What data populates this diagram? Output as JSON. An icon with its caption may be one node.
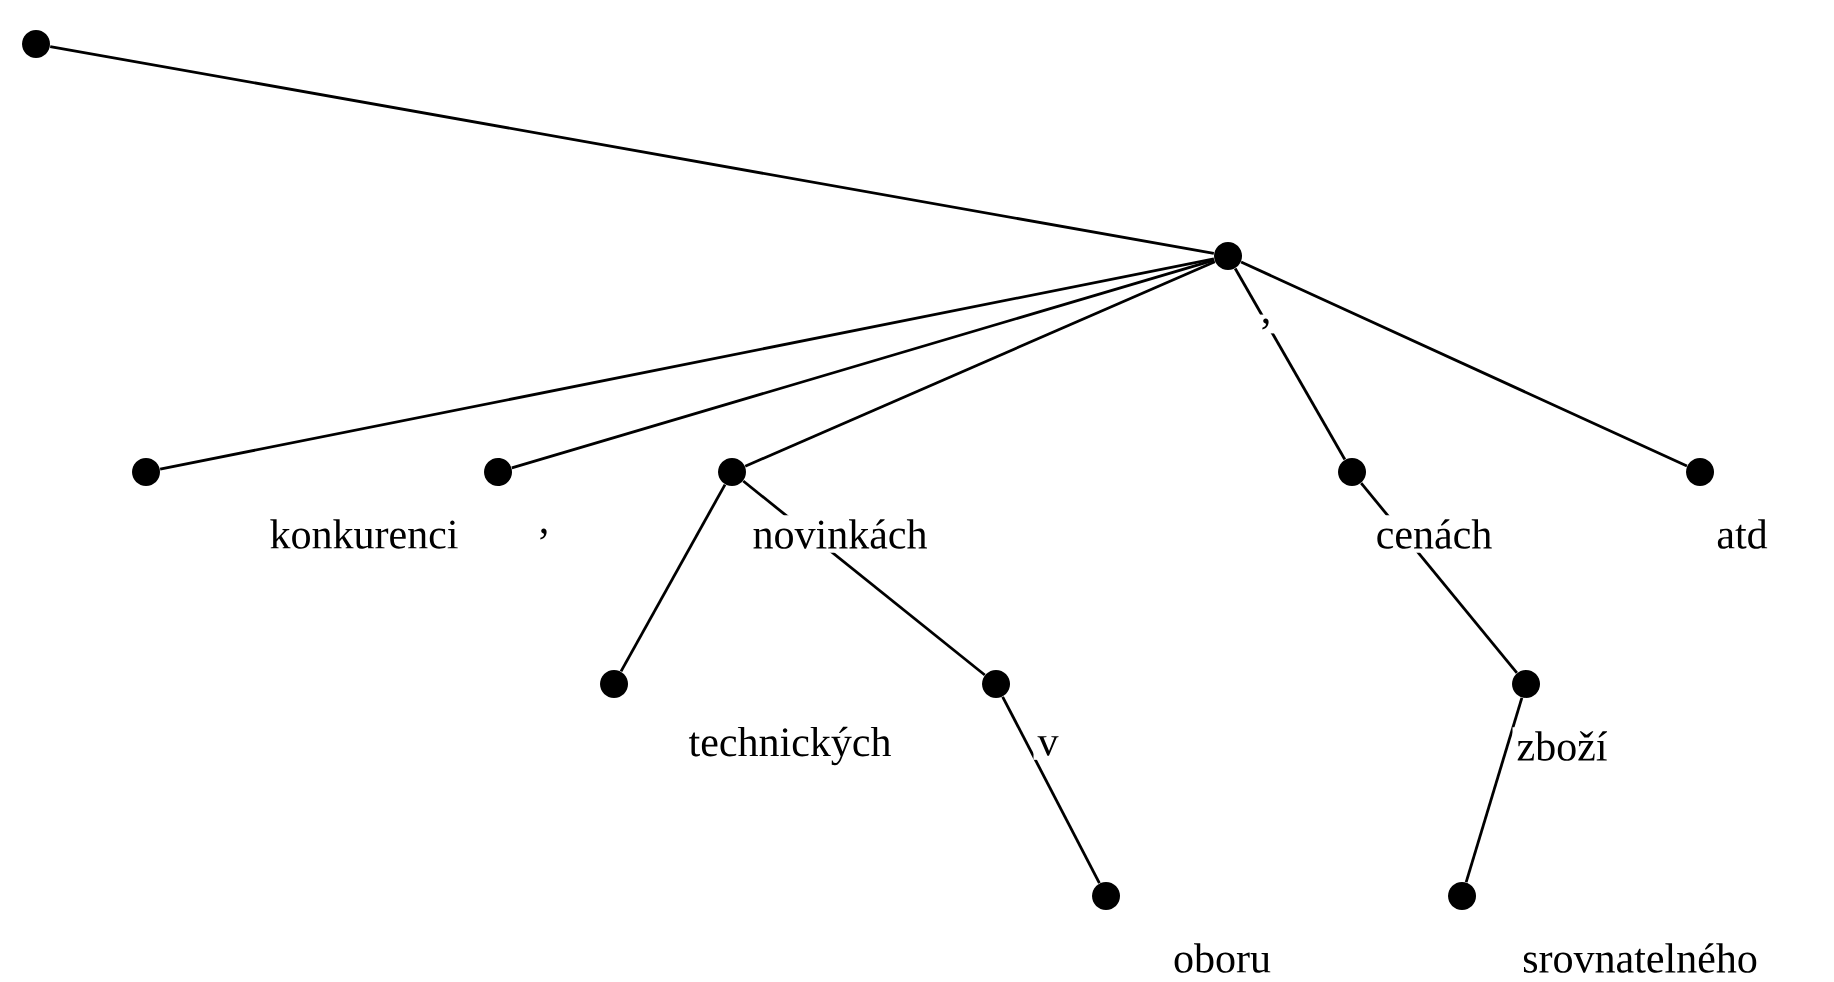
{
  "diagram": {
    "nodes": [
      {
        "text": [],
        "shape": "circle"
      },
      {
        "text": [],
        "shape": "circle"
      },
      {
        "text": [],
        "shape": "circle"
      },
      {
        "text": [],
        "shape": "circle"
      },
      {
        "text": [],
        "shape": "circle"
      },
      {
        "text": [],
        "shape": "circle"
      },
      {
        "text": [],
        "shape": "circle"
      },
      {
        "text": [],
        "shape": "circle"
      },
      {
        "text": [],
        "shape": "circle"
      },
      {
        "text": [],
        "shape": "circle"
      },
      {
        "text": [],
        "shape": "circle"
      },
      {
        "text": [],
        "shape": "circle"
      }
    ],
    "edges": [
      {
        "from": 0,
        "to": 1,
        "arrow": "none"
      },
      {
        "from": 1,
        "to": 2,
        "arrow": "none"
      },
      {
        "from": 1,
        "to": 3,
        "arrow": "none"
      },
      {
        "from": 1,
        "to": 4,
        "arrow": "none"
      },
      {
        "from": 1,
        "to": 5,
        "arrow": "none"
      },
      {
        "from": 1,
        "to": 6,
        "arrow": "none"
      },
      {
        "from": 4,
        "to": 7,
        "arrow": "none"
      },
      {
        "from": 4,
        "to": 8,
        "arrow": "none"
      },
      {
        "from": 5,
        "to": 9,
        "arrow": "none"
      },
      {
        "from": 8,
        "to": 10,
        "arrow": "none"
      },
      {
        "from": 9,
        "to": 11,
        "arrow": "none"
      }
    ],
    "labels": [
      ",",
      "konkurenci",
      ",",
      "novinkách",
      "cenách",
      "atd",
      "technických",
      "v",
      "zboží",
      "oboru",
      "srovnatelného"
    ]
  }
}
